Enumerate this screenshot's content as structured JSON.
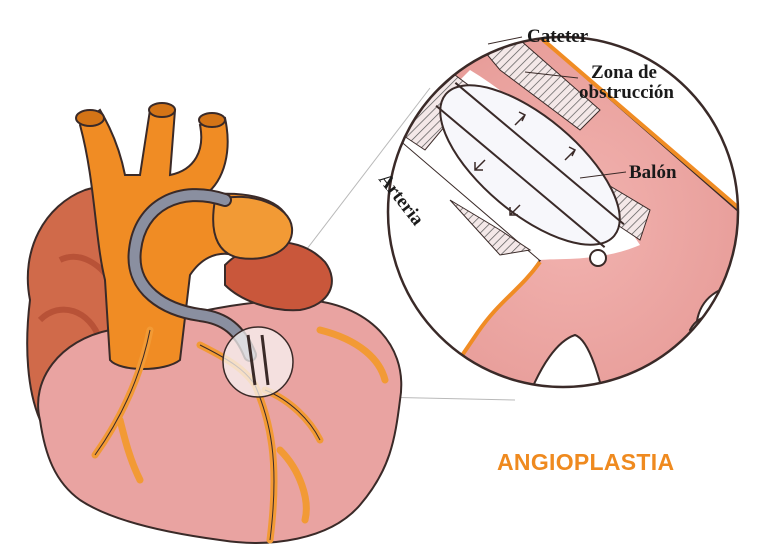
{
  "title": "ANGIOPLASTIA",
  "labels": {
    "cateter": "Cateter",
    "zona_line1": "Zona de",
    "zona_line2": "obstrucción",
    "balon": "Balón",
    "arteria": "Arteria"
  },
  "colors": {
    "heart_pink": "#e9a3a1",
    "heart_dark": "#c9573b",
    "aorta_orange": "#f08c24",
    "vessel_orange": "#f29a35",
    "catheter_gray": "#8a8fa0",
    "outline": "#3a2a28",
    "title_orange": "#ef8a1f"
  }
}
